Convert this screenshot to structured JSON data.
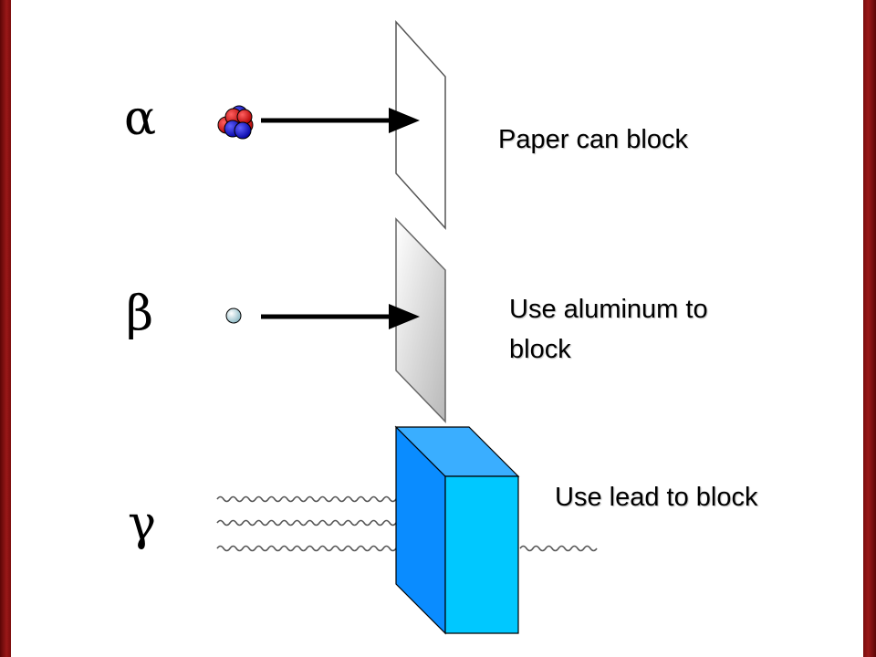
{
  "rows": [
    {
      "symbol": "α",
      "caption": "Paper can block",
      "shield_icon": "paper-sheet",
      "particle_icon": "alpha-particle-cluster"
    },
    {
      "symbol": "β",
      "caption_line1": "Use aluminum to",
      "caption_line2": "block",
      "shield_icon": "aluminum-sheet",
      "particle_icon": "beta-particle"
    },
    {
      "symbol": "γ",
      "caption": "Use lead to block",
      "shield_icon": "lead-block",
      "particle_icon": "gamma-waves"
    }
  ],
  "colors": {
    "frame": "#7a0c0c",
    "proton": "#d01010",
    "neutron": "#1010d0",
    "beta": "#b8d8e0",
    "lead_front": "#0a8cff",
    "lead_side": "#00c8ff",
    "aluminum": "#d8d8d8"
  }
}
